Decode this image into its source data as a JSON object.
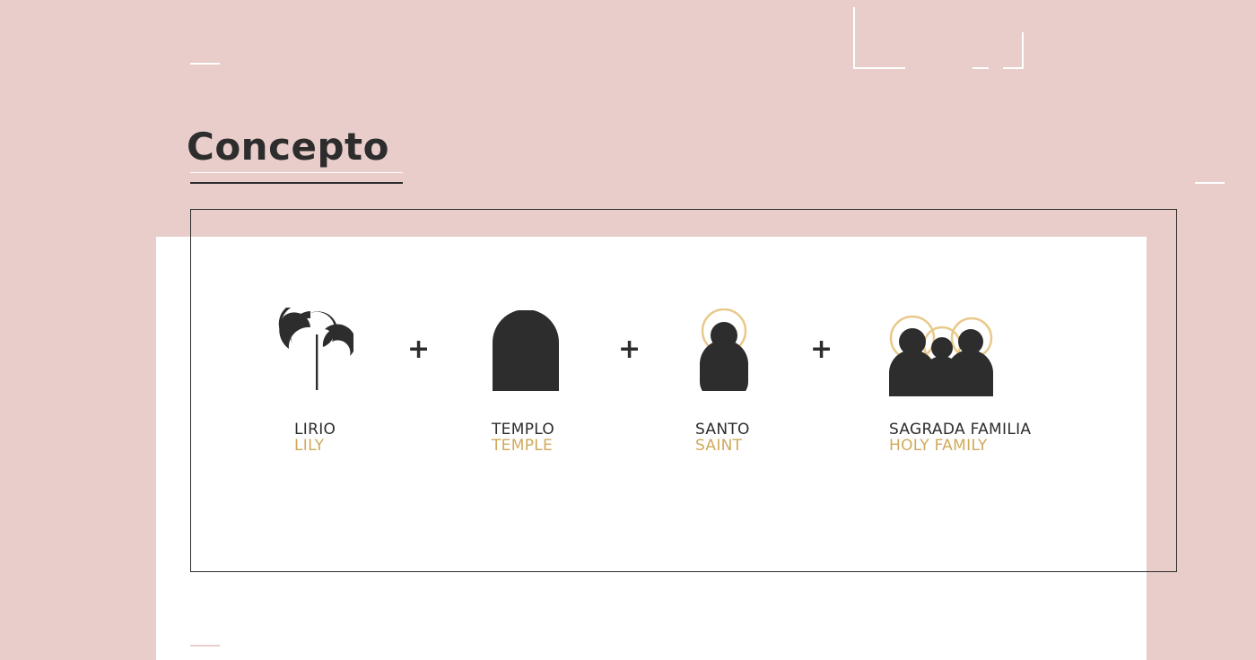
{
  "colors": {
    "background": "#e9cdca",
    "panel": "#ffffff",
    "ink": "#2d2d2d",
    "gold": "#d1a95a"
  },
  "title": "Concepto",
  "separator": "+",
  "concepts": [
    {
      "icon": "lily-icon",
      "label_es": "LIRIO",
      "label_en": "LILY"
    },
    {
      "icon": "temple-icon",
      "label_es": "TEMPLO",
      "label_en": "TEMPLE"
    },
    {
      "icon": "saint-icon",
      "label_es": "SANTO",
      "label_en": "SAINT"
    },
    {
      "icon": "holy-family-icon",
      "label_es": "SAGRADA FAMILIA",
      "label_en": "HOLY FAMILY"
    }
  ]
}
